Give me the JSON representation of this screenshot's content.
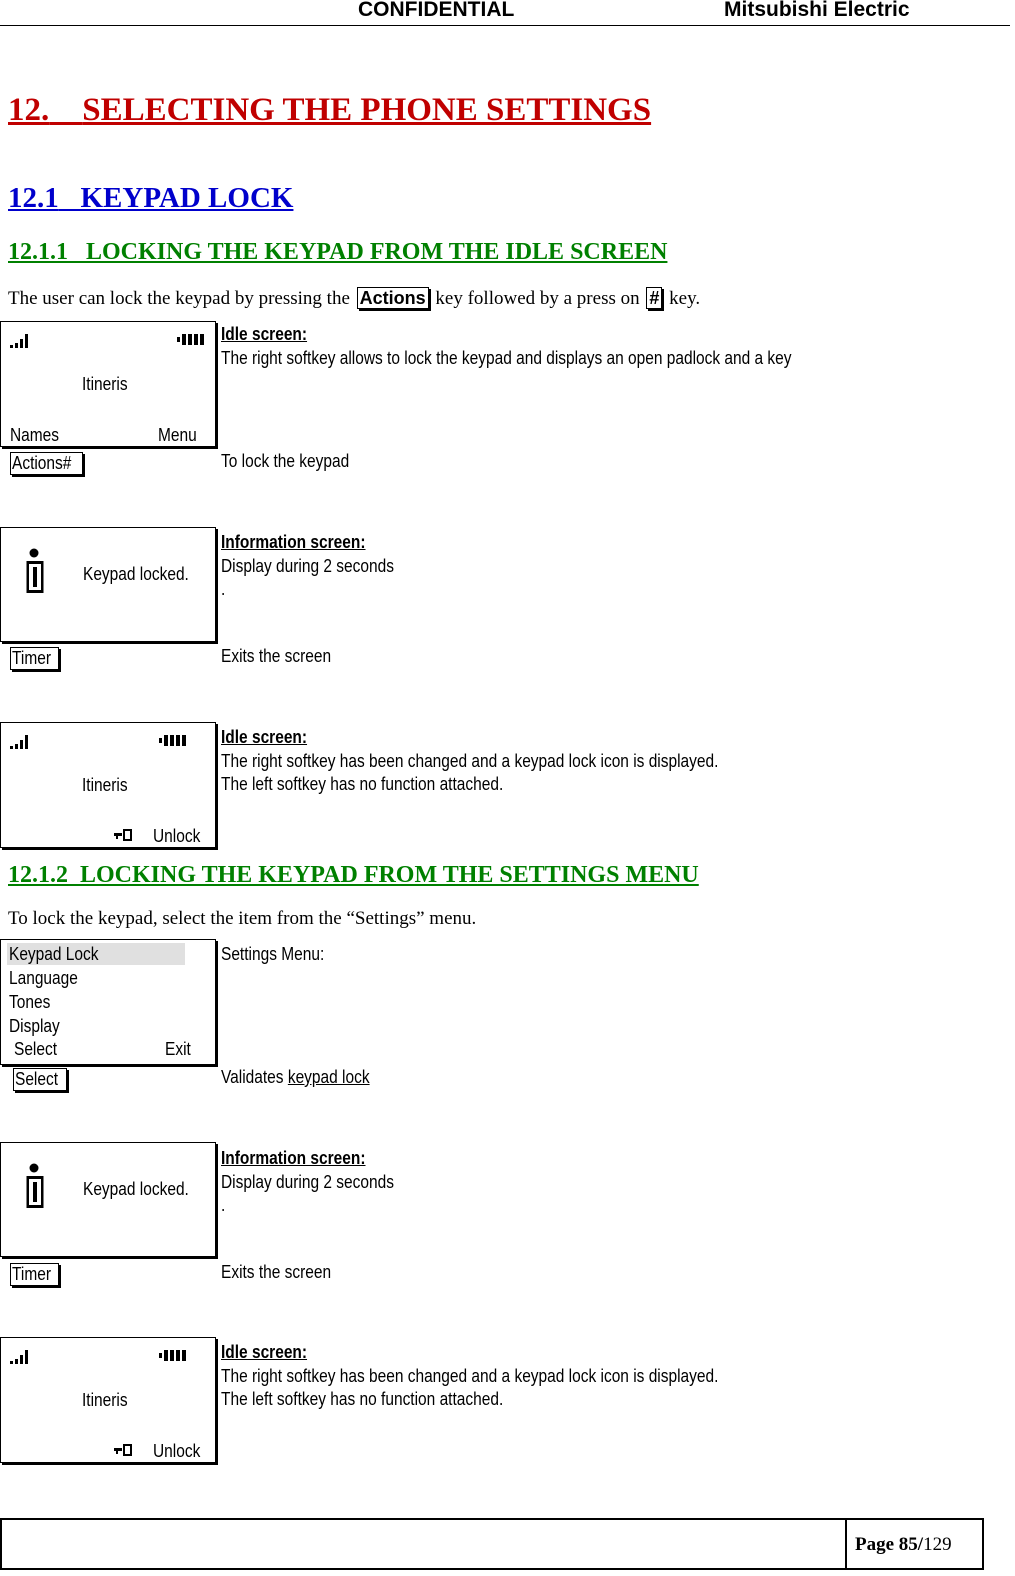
{
  "header": {
    "confidential": "CONFIDENTIAL",
    "company": "Mitsubishi Electric"
  },
  "section": {
    "number": "12.",
    "title": "SELECTING THE PHONE SETTINGS"
  },
  "subsection": {
    "number": "12.1",
    "title": "KEYPAD LOCK"
  },
  "sub1": {
    "number": "12.1.1",
    "title": "LOCKING THE KEYPAD FROM THE IDLE SCREEN",
    "intro_a": "The user can lock the keypad by pressing the",
    "intro_key1": "Actions",
    "intro_b": "key followed by a press on",
    "intro_key2": "#",
    "intro_c": "key.",
    "idle1": {
      "operator": "Itineris",
      "left_softkey": "Names",
      "right_softkey": "Menu",
      "desc_title": "Idle screen:",
      "desc": "The right softkey allows to lock the keypad and displays an open padlock and a key"
    },
    "action1": {
      "key": "Actions#",
      "desc": "To lock the keypad"
    },
    "info1": {
      "text": "Keypad locked.",
      "desc_title": "Information screen:",
      "desc": "Display during 2 seconds",
      "dot": "."
    },
    "action2": {
      "key": "Timer",
      "desc": "Exits the screen"
    },
    "idle2": {
      "operator": "Itineris",
      "right_softkey": "Unlock",
      "desc_title": "Idle screen:",
      "desc1": "The right softkey has been changed and a keypad lock icon is displayed.",
      "desc2": "The left softkey has no function attached."
    }
  },
  "sub2": {
    "number": "12.1.2",
    "title": "LOCKING THE KEYPAD FROM THE SETTINGS MENU",
    "intro": "To lock the keypad, select the item from the “Settings” menu.",
    "menu": {
      "items": [
        "Keypad Lock",
        "Language",
        "Tones",
        "Display"
      ],
      "left_softkey": "Select",
      "right_softkey": "Exit",
      "desc": "Settings Menu:"
    },
    "action1": {
      "key": "Select",
      "desc_a": "Validates ",
      "desc_link": "keypad lock"
    },
    "info": {
      "text": "Keypad locked.",
      "desc_title": "Information screen:",
      "desc": "Display during 2 seconds",
      "dot": "."
    },
    "action2": {
      "key": "Timer",
      "desc": "Exits the screen"
    },
    "idle": {
      "operator": "Itineris",
      "right_softkey": "Unlock",
      "desc_title": "Idle screen:",
      "desc1": "The right softkey has been changed and a keypad lock icon is displayed.",
      "desc2": "The left softkey has no function attached."
    }
  },
  "footer": {
    "page_label": "Page 85/",
    "page_total": "129"
  }
}
